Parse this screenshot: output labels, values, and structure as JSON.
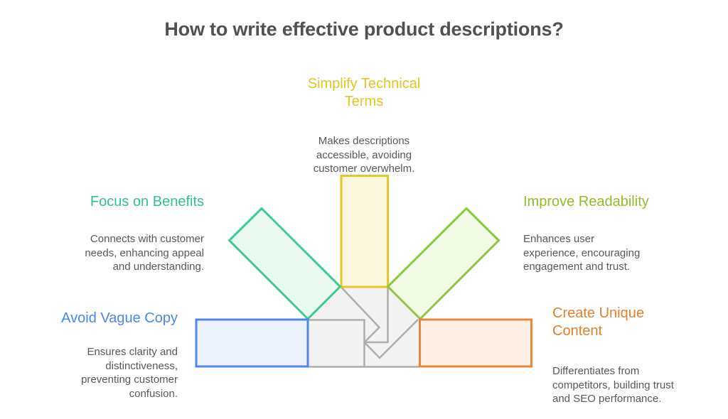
{
  "title": "How to write effective product descriptions?",
  "colors": {
    "title_text": "#515153",
    "body_text": "#58585a",
    "gray_fill": "#f3f3f3",
    "gray_stroke": "#adadad",
    "yellow": {
      "heading": "#e3c51f",
      "stroke": "#e2c62c",
      "fill": "#fcf8de"
    },
    "green": {
      "heading": "#33c289",
      "stroke": "#3ecb8f",
      "fill": "#e9faf1"
    },
    "olive": {
      "heading": "#8fbe26",
      "stroke": "#90c53e",
      "fill": "#f2fbe3"
    },
    "blue": {
      "heading": "#4c86ec",
      "stroke": "#5286e8",
      "fill": "#edf2fc"
    },
    "orange": {
      "heading": "#e0812d",
      "stroke": "#e8873b",
      "fill": "#fcf0e4"
    }
  },
  "items": {
    "simplify": {
      "heading": "Simplify Technical\nTerms",
      "description": "Makes descriptions\naccessible, avoiding\ncustomer overwhelm."
    },
    "benefits": {
      "heading": "Focus on Benefits",
      "description": "Connects with customer\nneeds, enhancing appeal\nand understanding."
    },
    "readability": {
      "heading": "Improve Readability",
      "description": "Enhances user\nexperience, encouraging\nengagement and trust."
    },
    "vague": {
      "heading": "Avoid Vague Copy",
      "description": "Ensures clarity and\ndistinctiveness,\npreventing customer\nconfusion."
    },
    "unique": {
      "heading": "Create Unique\nContent",
      "description": "Differentiates from\ncompetitors, building trust\nand SEO performance."
    }
  }
}
